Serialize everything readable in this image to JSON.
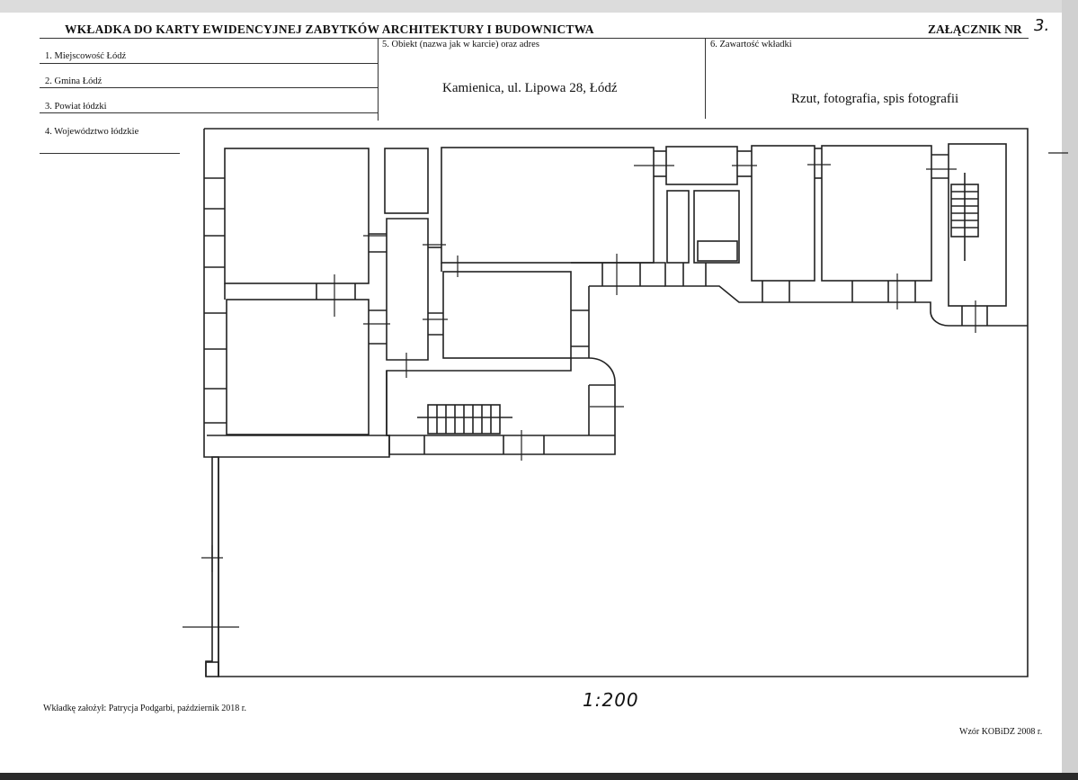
{
  "header": {
    "title": "WKŁADKA DO KARTY EWIDENCYJNEJ ZABYTKÓW ARCHITEKTURY I BUDOWNICTWA",
    "annex_label": "ZAŁĄCZNIK NR",
    "annex_number": "3."
  },
  "fields": {
    "locality": "1. Miejscowość Łódź",
    "municipality": "2. Gmina Łódź",
    "county": "3. Powiat łódzki",
    "voivodeship": "4. Województwo łódzkie",
    "object_label": "5. Obiekt (nazwa jak w karcie) oraz adres",
    "object_value": "Kamienica, ul. Lipowa 28, Łódź",
    "contents_label": "6. Zawartość wkładki",
    "contents_value": "Rzut, fotografia, spis fotografii"
  },
  "footer": {
    "author": "Wkładkę założył: Patrycja Podgarbi, październik 2018 r.",
    "template": "Wzór KOBiDZ 2008 r.",
    "scale": "1:200"
  }
}
